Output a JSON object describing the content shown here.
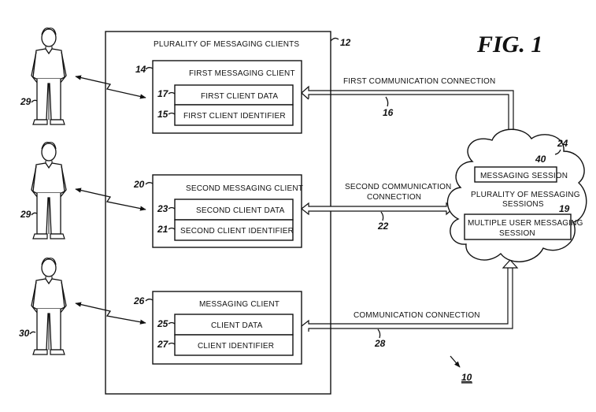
{
  "figure": {
    "title": "FIG. 1",
    "system_ref": "10"
  },
  "container": {
    "title": "PLURALITY OF MESSAGING CLIENTS",
    "ref": "12"
  },
  "clients": [
    {
      "title": "FIRST MESSAGING CLIENT",
      "ref": "14",
      "data_label": "FIRST CLIENT DATA",
      "data_ref": "17",
      "id_label": "FIRST CLIENT IDENTIFIER",
      "id_ref": "15"
    },
    {
      "title": "SECOND MESSAGING CLIENT",
      "ref": "20",
      "data_label": "SECOND CLIENT DATA",
      "data_ref": "23",
      "id_label": "SECOND CLIENT IDENTIFIER",
      "id_ref": "21"
    },
    {
      "title": "MESSAGING CLIENT",
      "ref": "26",
      "data_label": "CLIENT DATA",
      "data_ref": "25",
      "id_label": "CLIENT IDENTIFIER",
      "id_ref": "27"
    }
  ],
  "users": [
    {
      "ref": "29"
    },
    {
      "ref": "29"
    },
    {
      "ref": "30"
    }
  ],
  "connections": [
    {
      "label_line1": "FIRST COMMUNICATION CONNECTION",
      "label_line2": "",
      "ref": "16"
    },
    {
      "label_line1": "SECOND COMMUNICATION",
      "label_line2": "CONNECTION",
      "ref": "22"
    },
    {
      "label_line1": "COMMUNICATION CONNECTION",
      "label_line2": "",
      "ref": "28"
    }
  ],
  "cloud": {
    "ref": "24",
    "session_label": "MESSAGING SESSION",
    "session_ref": "40",
    "plurality_line1": "PLURALITY OF MESSAGING",
    "plurality_line2": "SESSIONS",
    "multi_line1": "MULTIPLE USER MESSAGING",
    "multi_line2": "SESSION",
    "multi_ref": "19"
  }
}
